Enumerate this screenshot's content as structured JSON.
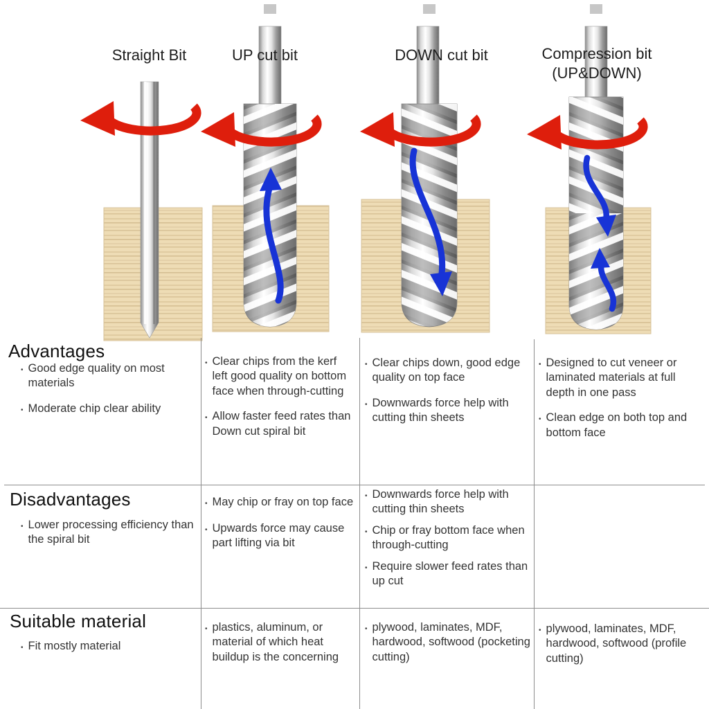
{
  "header": {
    "columns": [
      {
        "title": "Straight Bit"
      },
      {
        "title": "UP cut bit"
      },
      {
        "title": "DOWN cut bit"
      },
      {
        "title": "Compression bit",
        "subtitle": "(UP&DOWN)"
      }
    ]
  },
  "sections": [
    {
      "label": "Advantages",
      "cells": [
        {
          "bullets": [
            "Good edge quality  on most materials",
            "Moderate chip clear ability"
          ]
        },
        {
          "bullets": [
            "Clear chips from the kerf left good quality on bottom face when through-cutting",
            "Allow faster feed rates than Down cut spiral bit"
          ]
        },
        {
          "bullets": [
            "Clear chips down, good edge quality on top face",
            "Downwards force help with cutting thin sheets"
          ]
        },
        {
          "bullets": [
            "Designed to cut veneer or laminated materials at full depth in one pass",
            "Clean edge on both top and bottom face"
          ]
        }
      ]
    },
    {
      "label": "Disadvantages",
      "cells": [
        {
          "bullets": [
            "Lower processing efficiency than the spiral bit"
          ]
        },
        {
          "bullets": [
            "May chip or fray on top face",
            "Upwards force may cause part lifting via bit"
          ]
        },
        {
          "bullets": [
            "Downwards force help with cutting thin sheets",
            "Chip or fray bottom face when through-cutting",
            "Require slower feed rates than up cut"
          ]
        },
        {
          "bullets": []
        }
      ]
    },
    {
      "label": "Suitable material",
      "cells": [
        {
          "bullets": [
            "Fit mostly material"
          ]
        },
        {
          "bullets": [
            "plastics, aluminum, or material of which heat buildup is the concerning"
          ]
        },
        {
          "bullets": [
            "plywood, laminates, MDF, hardwood, softwood (pocketing cutting)"
          ]
        },
        {
          "bullets": [
            "plywood, laminates, MDF, hardwood, softwood (profile cutting)"
          ]
        }
      ]
    }
  ],
  "illustration": {
    "rotation_arrow_color": "#de1e0c",
    "chip_flow_arrow_color": "#1733d6",
    "wood_color": "#eedcb5",
    "bits": [
      {
        "name": "straight-bit",
        "rotation": "clockwise",
        "chip_flow": "none"
      },
      {
        "name": "up-cut-bit",
        "rotation": "clockwise",
        "chip_flow": "up"
      },
      {
        "name": "down-cut-bit",
        "rotation": "clockwise",
        "chip_flow": "down"
      },
      {
        "name": "compression-bit",
        "rotation": "clockwise",
        "chip_flow": "down-then-up"
      }
    ]
  }
}
